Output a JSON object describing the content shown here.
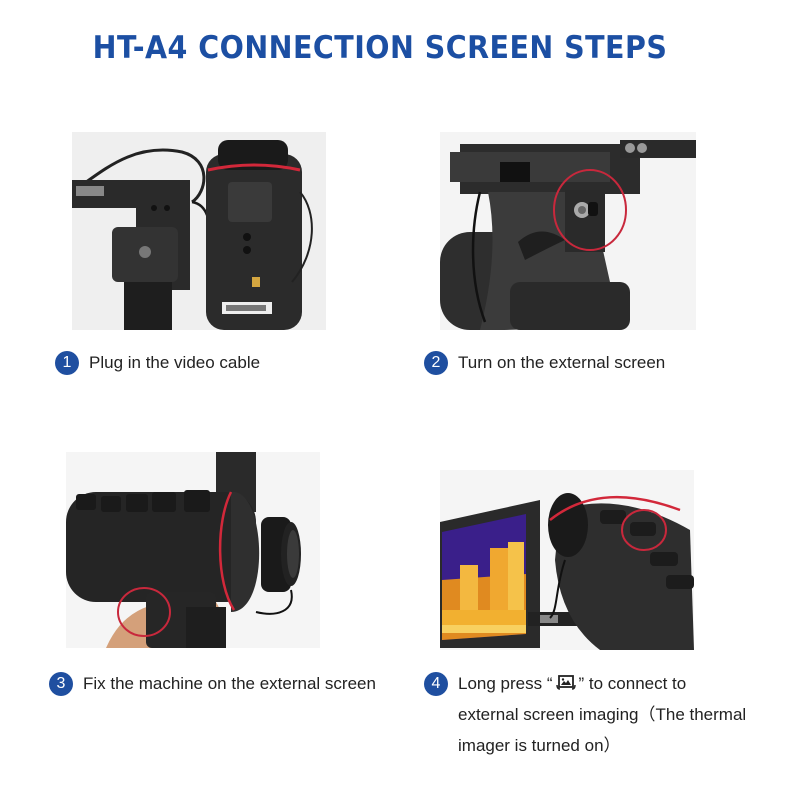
{
  "title": "HT-A4 CONNECTION SCREEN STEPS",
  "colors": {
    "title": "#1c4fa3",
    "badge": "#1f4fa0",
    "highlight_circle": "#c8283c",
    "device_red_ring": "#d2283a",
    "text": "#222222"
  },
  "steps": [
    {
      "number": "1",
      "text": "Plug in the video cable",
      "image": "photo of thermal imager with video cable plugged into its port, mounted next to a bracket"
    },
    {
      "number": "2",
      "text": "Turn on the external screen",
      "image": "photo of grip bracket with power knob highlighted by a red circle"
    },
    {
      "number": "3",
      "text": "Fix the machine on the external screen",
      "image": "photo of thermal monocular mounted on a handheld grip, mount highlighted by a red circle"
    },
    {
      "number": "4",
      "text_before_icon": "Long press “",
      "icon": "image-mode-button-icon",
      "text_after_icon": "”  to connect to",
      "line2": "external screen imaging（The thermal",
      "line3": "imager is turned on）",
      "image": "photo of external screen showing a thermal image of buildings, imager button highlighted by a red circle"
    }
  ]
}
